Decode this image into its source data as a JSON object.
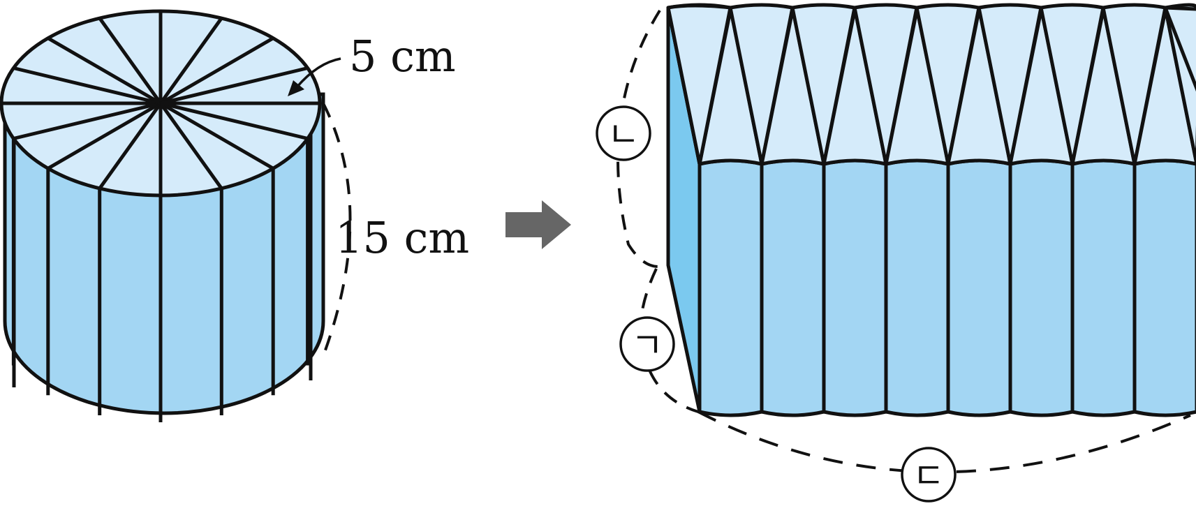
{
  "labels": {
    "radius": "5 cm",
    "height": "15 cm",
    "label_a": "ㄱ",
    "label_b": "ㄴ",
    "label_c": "ㄷ"
  },
  "colors": {
    "top_face": "#d5ebfa",
    "side_face": "#a3d6f3",
    "left_side": "#7bc9ef",
    "outline": "#111111",
    "arrow": "#666666"
  }
}
